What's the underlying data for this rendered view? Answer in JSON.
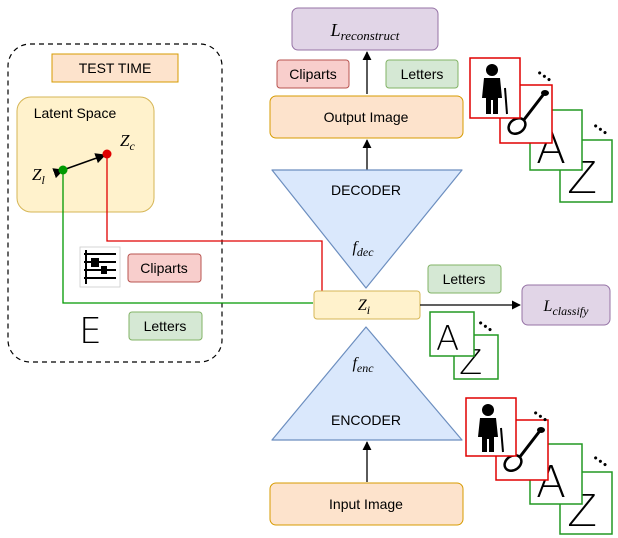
{
  "test_time": {
    "title": "TEST TIME",
    "latent_space_label": "Latent Space",
    "point_l": {
      "main": "Z",
      "sub": "l",
      "color": "#009900"
    },
    "point_c": {
      "main": "Z",
      "sub": "c",
      "color": "#e00000"
    },
    "cliparts_tag": "Cliparts",
    "letters_tag": "Letters",
    "letter_glyph": "E"
  },
  "loss_reconstruct": {
    "main": "L",
    "sub": "reconstruct"
  },
  "loss_classify": {
    "main": "L",
    "sub": "classify"
  },
  "output_tags": {
    "cliparts": "Cliparts",
    "letters": "Letters"
  },
  "output_image_label": "Output Image",
  "decoder": {
    "label": "DECODER",
    "fn_main": "f",
    "fn_sub": "dec"
  },
  "latent": {
    "main": "Z",
    "sub": "i"
  },
  "latent_tag": "Letters",
  "encoder": {
    "label": "ENCODER",
    "fn_main": "f",
    "fn_sub": "enc"
  },
  "input_image_label": "Input Image",
  "samples": {
    "letter_a": "A",
    "letter_z": "Z",
    "dots": "•••"
  },
  "colors": {
    "clipart_red": "#e00000",
    "letter_green": "#229922",
    "orange_fill": "#fde3cc",
    "orange_stroke": "#d79b00",
    "green_fill": "#d5e8d4",
    "green_stroke": "#82b366",
    "red_fill": "#f8cecc",
    "red_stroke": "#b85450",
    "purple_fill": "#e1d5e7",
    "purple_stroke": "#9673a6",
    "blue_fill": "#dae8fc",
    "blue_stroke": "#6c8ebf",
    "yellow_fill": "#fff2cc",
    "yellow_stroke": "#d6b656"
  }
}
